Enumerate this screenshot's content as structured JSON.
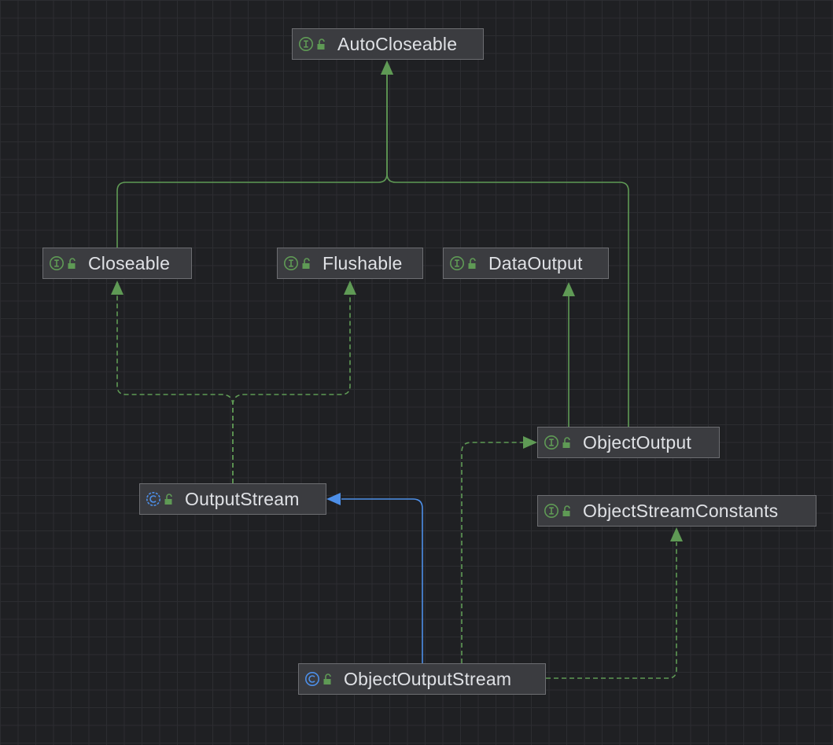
{
  "colors": {
    "background": "#1f2023",
    "grid": "#2c2d31",
    "node_fill": "#3b3c40",
    "node_border": "#6d6e72",
    "node_text": "#dfe1e5",
    "interface_green": "#5f9a55",
    "class_blue": "#4d8fe8",
    "lock_green": "#5f9a55"
  },
  "nodes": {
    "autocloseable": {
      "label": "AutoCloseable",
      "kind": "interface",
      "kind_icon": "interface-icon",
      "lock_icon": "unlocked-icon"
    },
    "closeable": {
      "label": "Closeable",
      "kind": "interface",
      "kind_icon": "interface-icon",
      "lock_icon": "unlocked-icon"
    },
    "flushable": {
      "label": "Flushable",
      "kind": "interface",
      "kind_icon": "interface-icon",
      "lock_icon": "unlocked-icon"
    },
    "dataoutput": {
      "label": "DataOutput",
      "kind": "interface",
      "kind_icon": "interface-icon",
      "lock_icon": "unlocked-icon"
    },
    "objectoutput": {
      "label": "ObjectOutput",
      "kind": "interface",
      "kind_icon": "interface-icon",
      "lock_icon": "unlocked-icon"
    },
    "outputstream": {
      "label": "OutputStream",
      "kind": "class",
      "kind_icon": "abstract-class-icon",
      "lock_icon": "unlocked-icon"
    },
    "objectstreamconstants": {
      "label": "ObjectStreamConstants",
      "kind": "interface",
      "kind_icon": "interface-icon",
      "lock_icon": "unlocked-icon"
    },
    "objectoutputstream": {
      "label": "ObjectOutputStream",
      "kind": "class",
      "kind_icon": "class-icon",
      "lock_icon": "unlocked-icon"
    }
  },
  "edges": [
    {
      "from": "closeable",
      "to": "autocloseable",
      "relation": "extends",
      "line": "solid",
      "color": "#5f9a55"
    },
    {
      "from": "objectoutput",
      "to": "autocloseable",
      "relation": "extends",
      "line": "solid",
      "color": "#5f9a55"
    },
    {
      "from": "objectoutput",
      "to": "dataoutput",
      "relation": "extends",
      "line": "solid",
      "color": "#5f9a55"
    },
    {
      "from": "outputstream",
      "to": "closeable",
      "relation": "implements",
      "line": "dashed",
      "color": "#5f9a55"
    },
    {
      "from": "outputstream",
      "to": "flushable",
      "relation": "implements",
      "line": "dashed",
      "color": "#5f9a55"
    },
    {
      "from": "objectoutputstream",
      "to": "outputstream",
      "relation": "extends",
      "line": "solid",
      "color": "#4d8fe8"
    },
    {
      "from": "objectoutputstream",
      "to": "objectoutput",
      "relation": "implements",
      "line": "dashed",
      "color": "#5f9a55"
    },
    {
      "from": "objectoutputstream",
      "to": "objectstreamconstants",
      "relation": "implements",
      "line": "dashed",
      "color": "#5f9a55"
    }
  ]
}
